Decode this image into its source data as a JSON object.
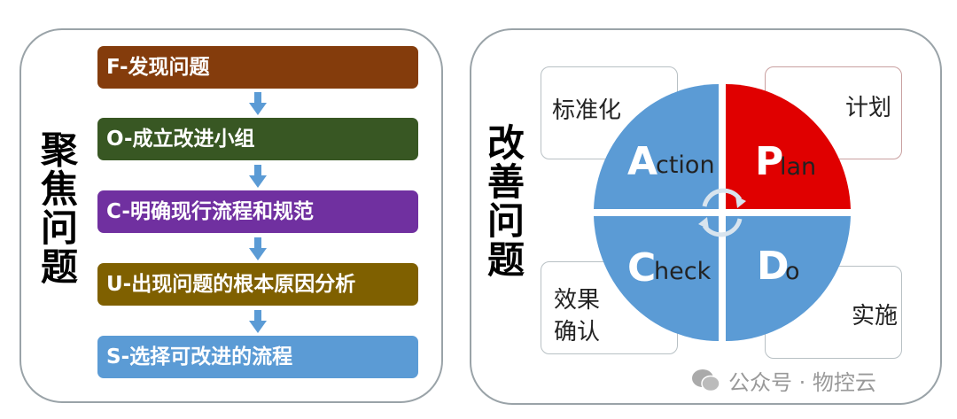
{
  "left_panel": {
    "title": "聚焦问题",
    "steps": [
      {
        "label": "F-发现问题",
        "color": "#843c0c"
      },
      {
        "label": "O-成立改进小组",
        "color": "#385723"
      },
      {
        "label": "C-明确现行流程和规范",
        "color": "#7030a0"
      },
      {
        "label": "U-出现问题的根本原因分析",
        "color": "#7f6000"
      },
      {
        "label": "S-选择可改进的流程",
        "color": "#5b9bd5"
      }
    ],
    "arrow_color": "#5b9bd5"
  },
  "right_panel": {
    "title": "改善问题",
    "quadrants": {
      "action": {
        "initial": "A",
        "rest": "ction",
        "desc": "标准化",
        "color": "#5b9bd5"
      },
      "plan": {
        "initial": "P",
        "rest": "lan",
        "desc": "计划",
        "color": "#e00000"
      },
      "check": {
        "initial": "C",
        "rest": "heck",
        "desc_line1": "效果",
        "desc_line2": "确认",
        "color": "#5b9bd5"
      },
      "do": {
        "initial": "D",
        "rest": "o",
        "desc": "实施",
        "color": "#5b9bd5"
      }
    }
  },
  "watermark": {
    "text": "公众号 · 物控云"
  }
}
